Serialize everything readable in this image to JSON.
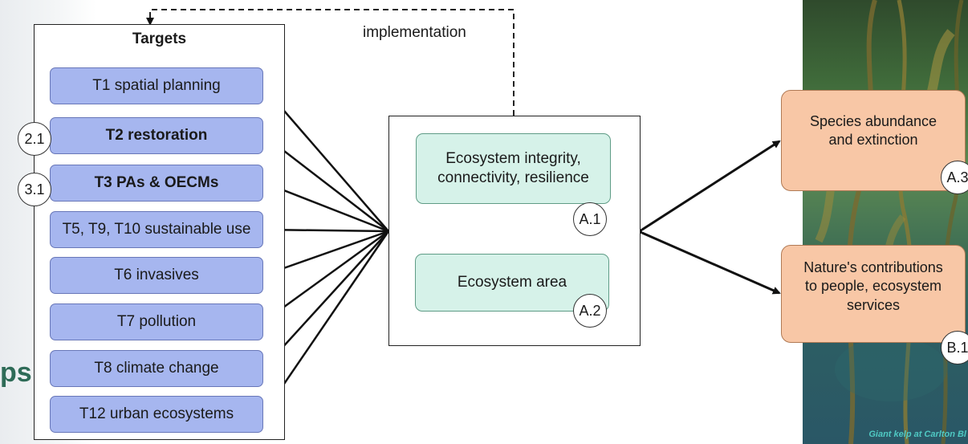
{
  "left_fragment": "ps",
  "implementation_label": "implementation",
  "targets_title": "Targets",
  "targets": [
    {
      "label": "T1 spatial planning",
      "bold": false
    },
    {
      "label": "T2 restoration",
      "bold": true
    },
    {
      "label": "T3 PAs & OECMs",
      "bold": true
    },
    {
      "label": "T5, T9, T10 sustainable use",
      "bold": false
    },
    {
      "label": "T6 invasives",
      "bold": false
    },
    {
      "label": "T7 pollution",
      "bold": false
    },
    {
      "label": "T8 climate change",
      "bold": false
    },
    {
      "label": "T12 urban ecosystems",
      "bold": false
    }
  ],
  "target_badges": [
    "2.1",
    "3.1"
  ],
  "ecosystem": {
    "integrity_label": "Ecosystem integrity, connectivity, resilience",
    "integrity_badge": "A.1",
    "area_label": "Ecosystem area",
    "area_badge": "A.2"
  },
  "outcomes": {
    "species_label": "Species abundance and extinction",
    "species_badge": "A.3",
    "ncp_label": "Nature's contributions to people, ecosystem services",
    "ncp_badge": "B.1"
  },
  "photo_caption": "Giant kelp at Carlton Bl",
  "colors": {
    "target_fill": "#a6b6ef",
    "ecosystem_fill": "#d6f2e9",
    "outcome_fill": "#f8c7a6",
    "fragment_text": "#2e6b57"
  }
}
